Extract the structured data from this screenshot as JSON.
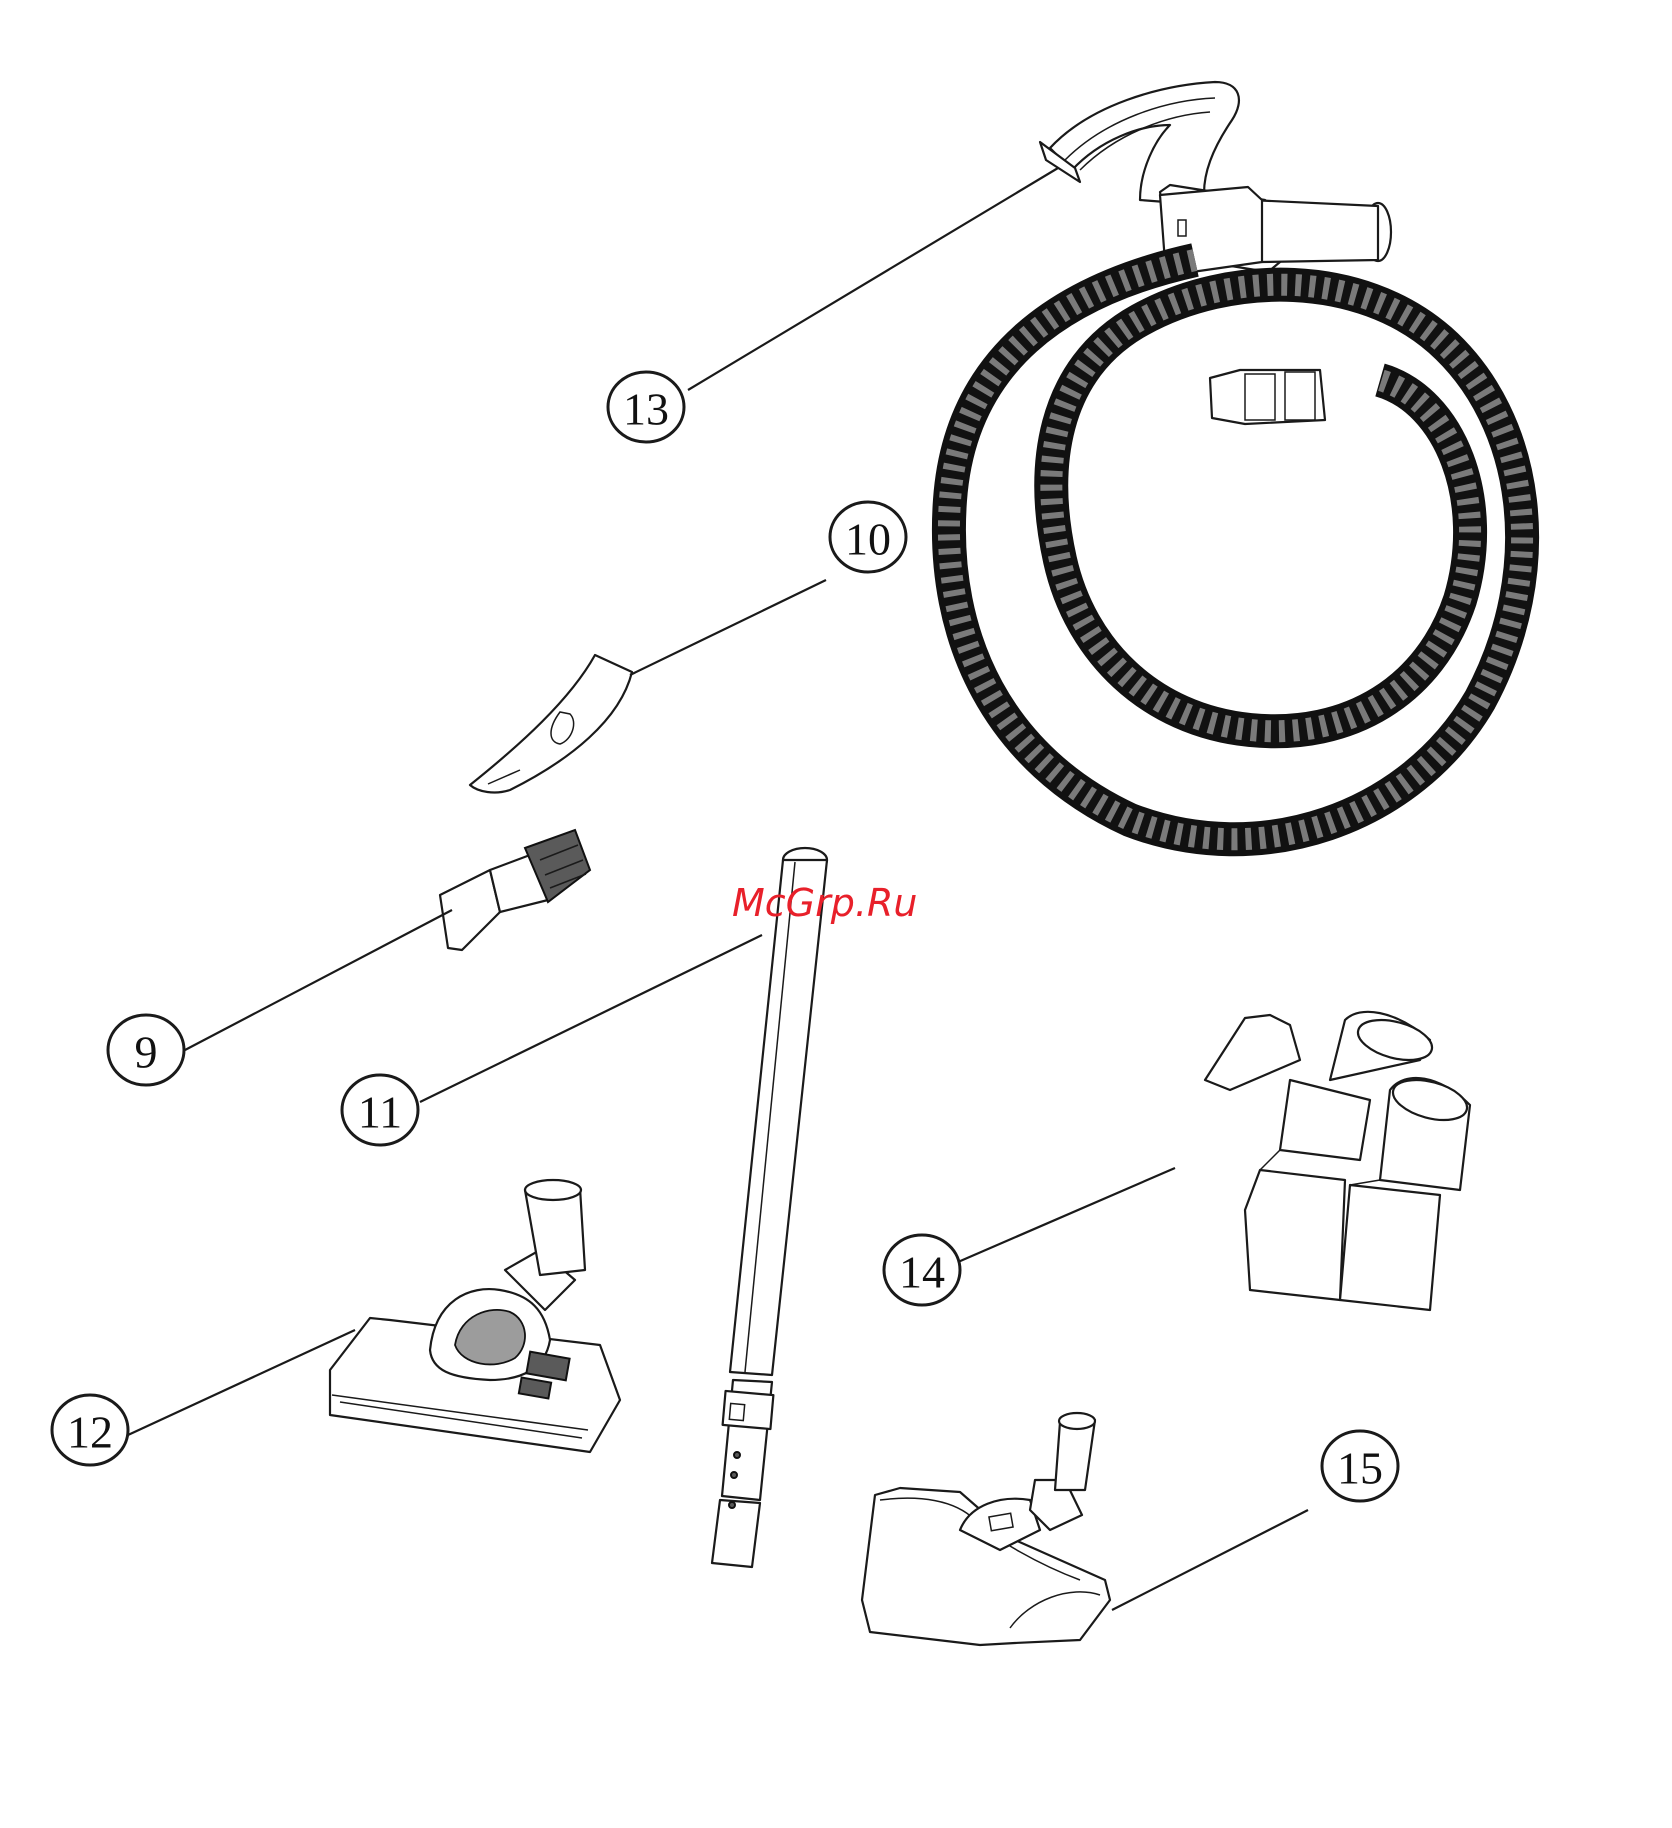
{
  "watermark": "McGrp.Ru",
  "callouts": [
    {
      "id": "13",
      "label": "13"
    },
    {
      "id": "10",
      "label": "10"
    },
    {
      "id": "9",
      "label": "9"
    },
    {
      "id": "11",
      "label": "11"
    },
    {
      "id": "14",
      "label": "14"
    },
    {
      "id": "12",
      "label": "12"
    },
    {
      "id": "15",
      "label": "15"
    }
  ],
  "colors": {
    "line": "#1a1a1a",
    "watermark": "#e8202a",
    "background": "#ffffff"
  }
}
